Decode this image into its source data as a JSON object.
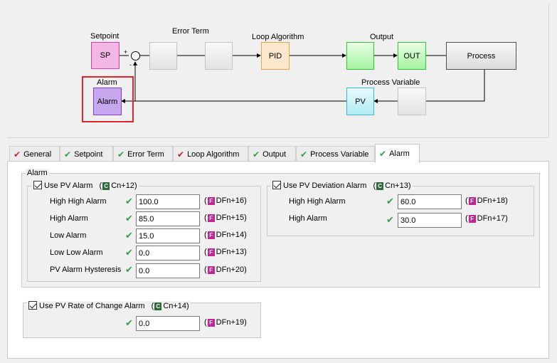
{
  "diagram": {
    "labels": {
      "setpoint": "Setpoint",
      "error_term": "Error Term",
      "loop_algorithm": "Loop Algorithm",
      "output": "Output",
      "alarm": "Alarm",
      "process_variable": "Process Variable",
      "plus": "+",
      "minus": "-"
    },
    "blocks": {
      "sp": "SP",
      "pid": "PID",
      "out": "OUT",
      "process": "Process",
      "pv": "PV",
      "alarm": "Alarm"
    }
  },
  "tabs": [
    {
      "label": "General",
      "status": "error"
    },
    {
      "label": "Setpoint",
      "status": "ok"
    },
    {
      "label": "Error Term",
      "status": "ok"
    },
    {
      "label": "Loop Algorithm",
      "status": "error"
    },
    {
      "label": "Output",
      "status": "ok"
    },
    {
      "label": "Process Variable",
      "status": "ok"
    },
    {
      "label": "Alarm",
      "status": "ok",
      "active": true
    }
  ],
  "alarm_panel": {
    "group_label": "Alarm",
    "pv_alarm": {
      "checkbox_label": "Use PV Alarm",
      "register": "Cn+12",
      "rows": [
        {
          "label": "High High Alarm",
          "value": "100.0",
          "register": "DFn+16"
        },
        {
          "label": "High Alarm",
          "value": "85.0",
          "register": "DFn+15"
        },
        {
          "label": "Low Alarm",
          "value": "15.0",
          "register": "DFn+14"
        },
        {
          "label": "Low Low Alarm",
          "value": "0.0",
          "register": "DFn+13"
        },
        {
          "label": "PV Alarm Hysteresis",
          "value": "0.0",
          "register": "DFn+20"
        }
      ]
    },
    "pv_deviation_alarm": {
      "checkbox_label": "Use PV Deviation Alarm",
      "register": "Cn+13",
      "rows": [
        {
          "label": "High High Alarm",
          "value": "60.0",
          "register": "DFn+18"
        },
        {
          "label": "High Alarm",
          "value": "30.0",
          "register": "DFn+17"
        }
      ]
    },
    "pv_rate_alarm": {
      "checkbox_label": "Use PV Rate of Change Alarm",
      "register": "Cn+14",
      "value": "0.0",
      "value_register": "DFn+19"
    }
  },
  "colors": {
    "ok": "#2ea043",
    "error": "#c0262b",
    "selection": "#e1262c"
  }
}
